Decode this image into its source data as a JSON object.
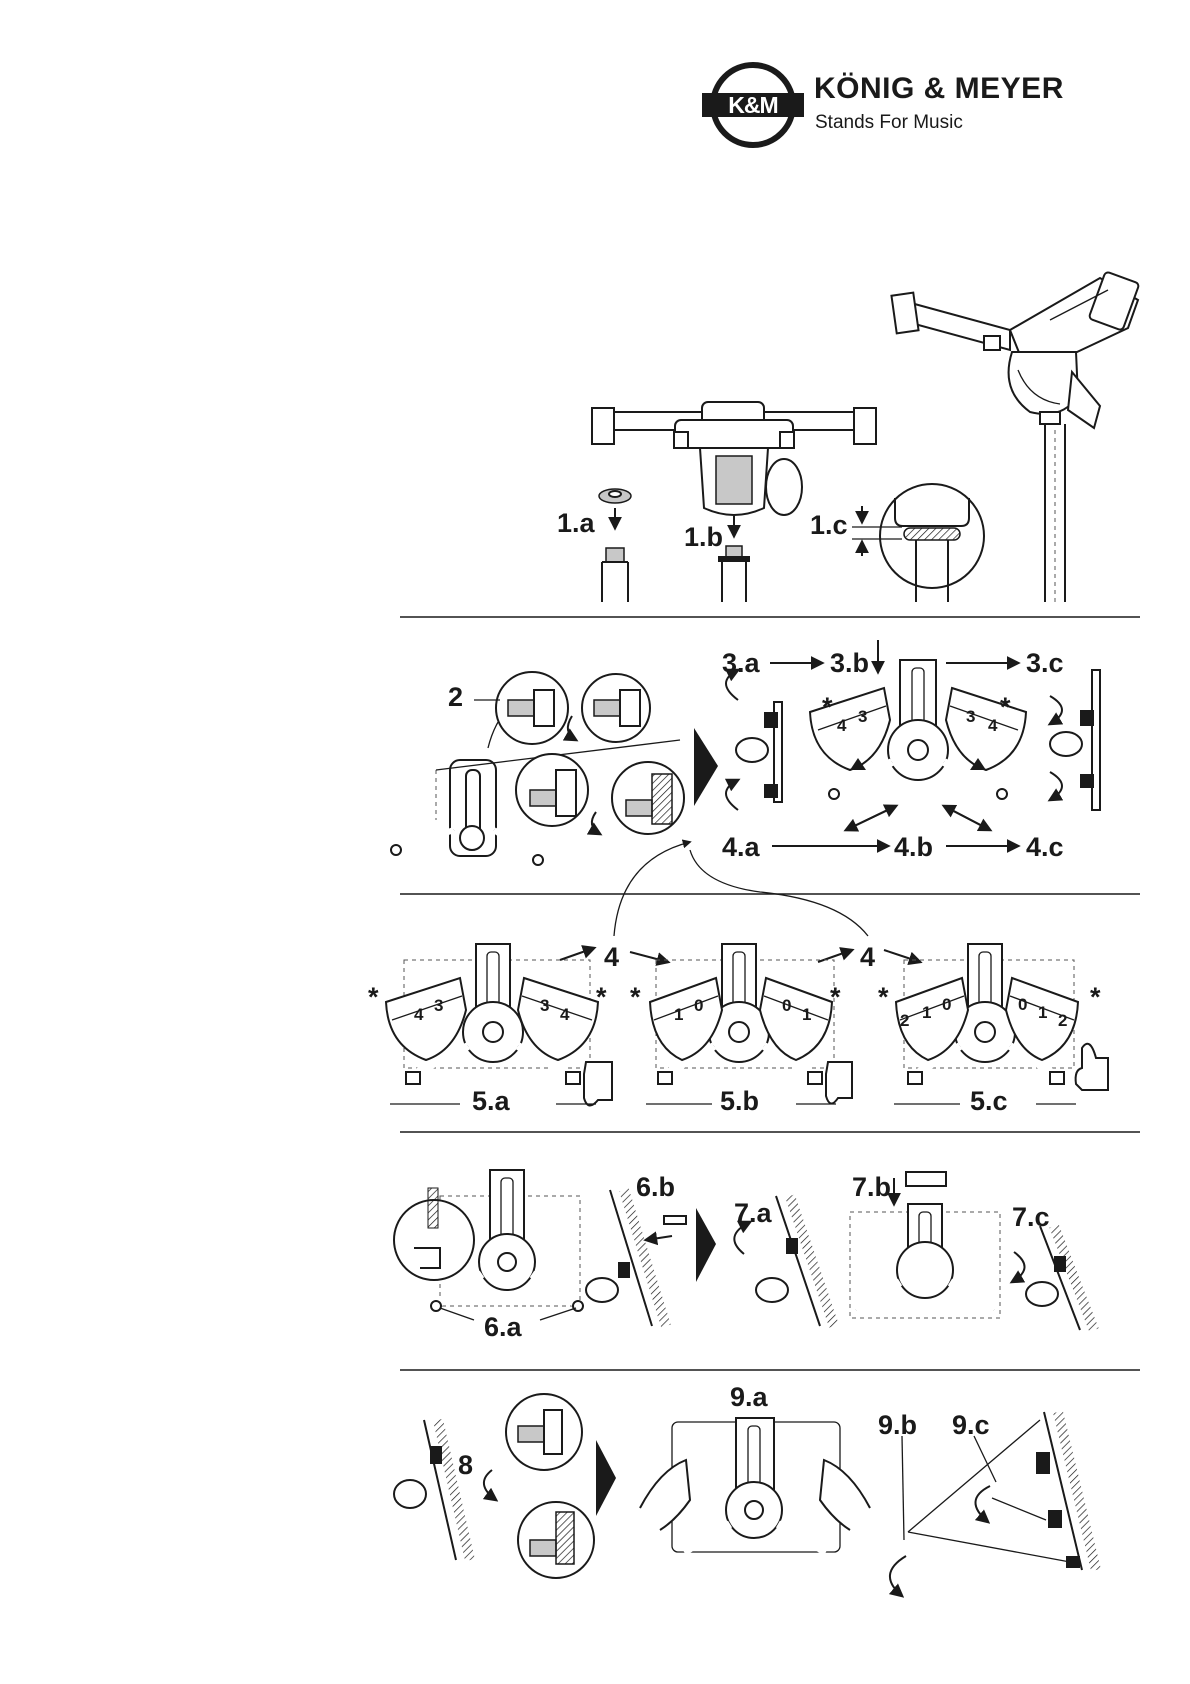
{
  "logo": {
    "monogram": "K&M",
    "brand": "KÖNIG & MEYER",
    "tagline": "Stands For Music"
  },
  "steps": {
    "s1a": "1.a",
    "s1b": "1.b",
    "s1c": "1.c",
    "s2": "2",
    "s3a": "3.a",
    "s3b": "3.b",
    "s3c": "3.c",
    "s4a": "4.a",
    "s4b": "4.b",
    "s4c": "4.c",
    "s4_left": "4",
    "s4_right": "4",
    "s5a": "5.a",
    "s5b": "5.b",
    "s5c": "5.c",
    "s6a": "6.a",
    "s6b": "6.b",
    "s7a": "7.a",
    "s7b": "7.b",
    "s7c": "7.c",
    "s8": "8",
    "s9a": "9.a",
    "s9b": "9.b",
    "s9c": "9.c"
  },
  "dials": {
    "d3_left": [
      "4",
      "3"
    ],
    "d3_right": [
      "3",
      "4"
    ],
    "d5a_left": [
      "4",
      "3"
    ],
    "d5a_right": [
      "3",
      "4"
    ],
    "d5b_left": [
      "1",
      "0"
    ],
    "d5b_right": [
      "0",
      "1"
    ],
    "d5c_left": [
      "2",
      "1",
      "0"
    ],
    "d5c_right": [
      "0",
      "1",
      "2"
    ],
    "asterisk": "*"
  }
}
